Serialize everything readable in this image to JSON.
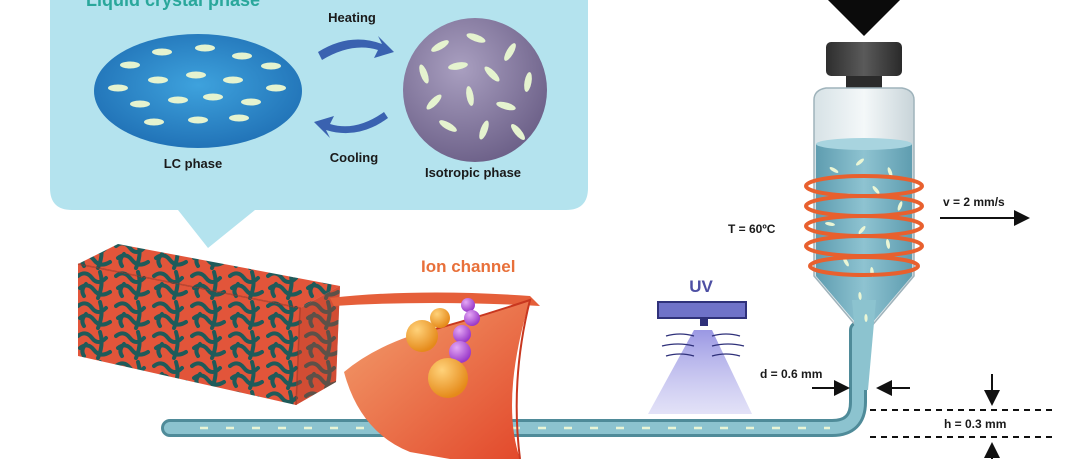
{
  "panel": {
    "title": "Liquid crystal phase",
    "heating_label": "Heating",
    "cooling_label": "Cooling",
    "lc_phase_label": "LC phase",
    "isotropic_phase_label": "Isotropic phase"
  },
  "labels": {
    "ion_channel": "Ion channel",
    "uv": "UV",
    "temperature": "T = 60ºC",
    "velocity": "v = 2 mm/s",
    "diameter": "d = 0.6 mm",
    "height": "h = 0.3 mm"
  },
  "colors": {
    "panel_bg": "#b4e3ee",
    "title_teal": "#2aa79b",
    "lc_disc": "#2f8fd0",
    "iso_disc": "#8a7fa6",
    "filament": "#6aa8b4",
    "coil": "#e8602e",
    "ion_text": "#e8703a",
    "uv_text": "#4d4fa3",
    "arrow_blue": "#3a62b0"
  }
}
